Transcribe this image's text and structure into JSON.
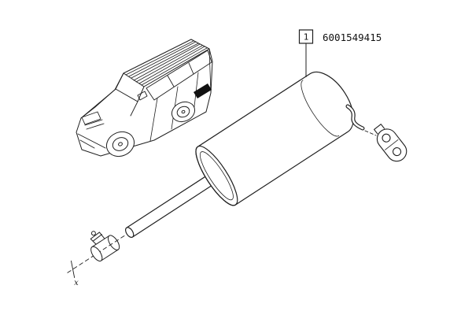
{
  "page": {
    "background": "#ffffff",
    "line_color": "#1f1f1f",
    "description": "Exhaust rear silencer parts diagram with vehicle location drawing"
  },
  "callout": {
    "label": "1",
    "part_number": "6001549415"
  },
  "markers": {
    "axis_label": "x"
  }
}
